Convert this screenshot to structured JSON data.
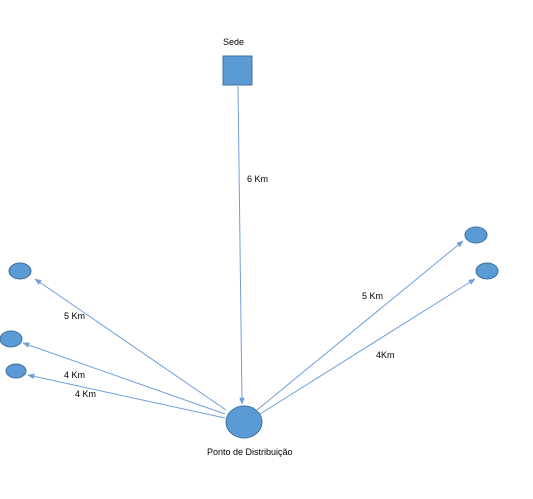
{
  "nodes": {
    "hq": {
      "label": "Sede"
    },
    "distribution": {
      "label": "Ponto de Distribuição"
    }
  },
  "edges": {
    "hq_to_distribution": "6 Km",
    "to_left_upper": "5 Km",
    "to_left_middle": "4 Km",
    "to_left_lower": "4 Km",
    "to_right_upper": "5 Km",
    "to_right_lower": "4Km"
  },
  "colors": {
    "node_fill": "#5b9bd5",
    "node_stroke": "#41719c",
    "line": "#6f9fd8"
  }
}
